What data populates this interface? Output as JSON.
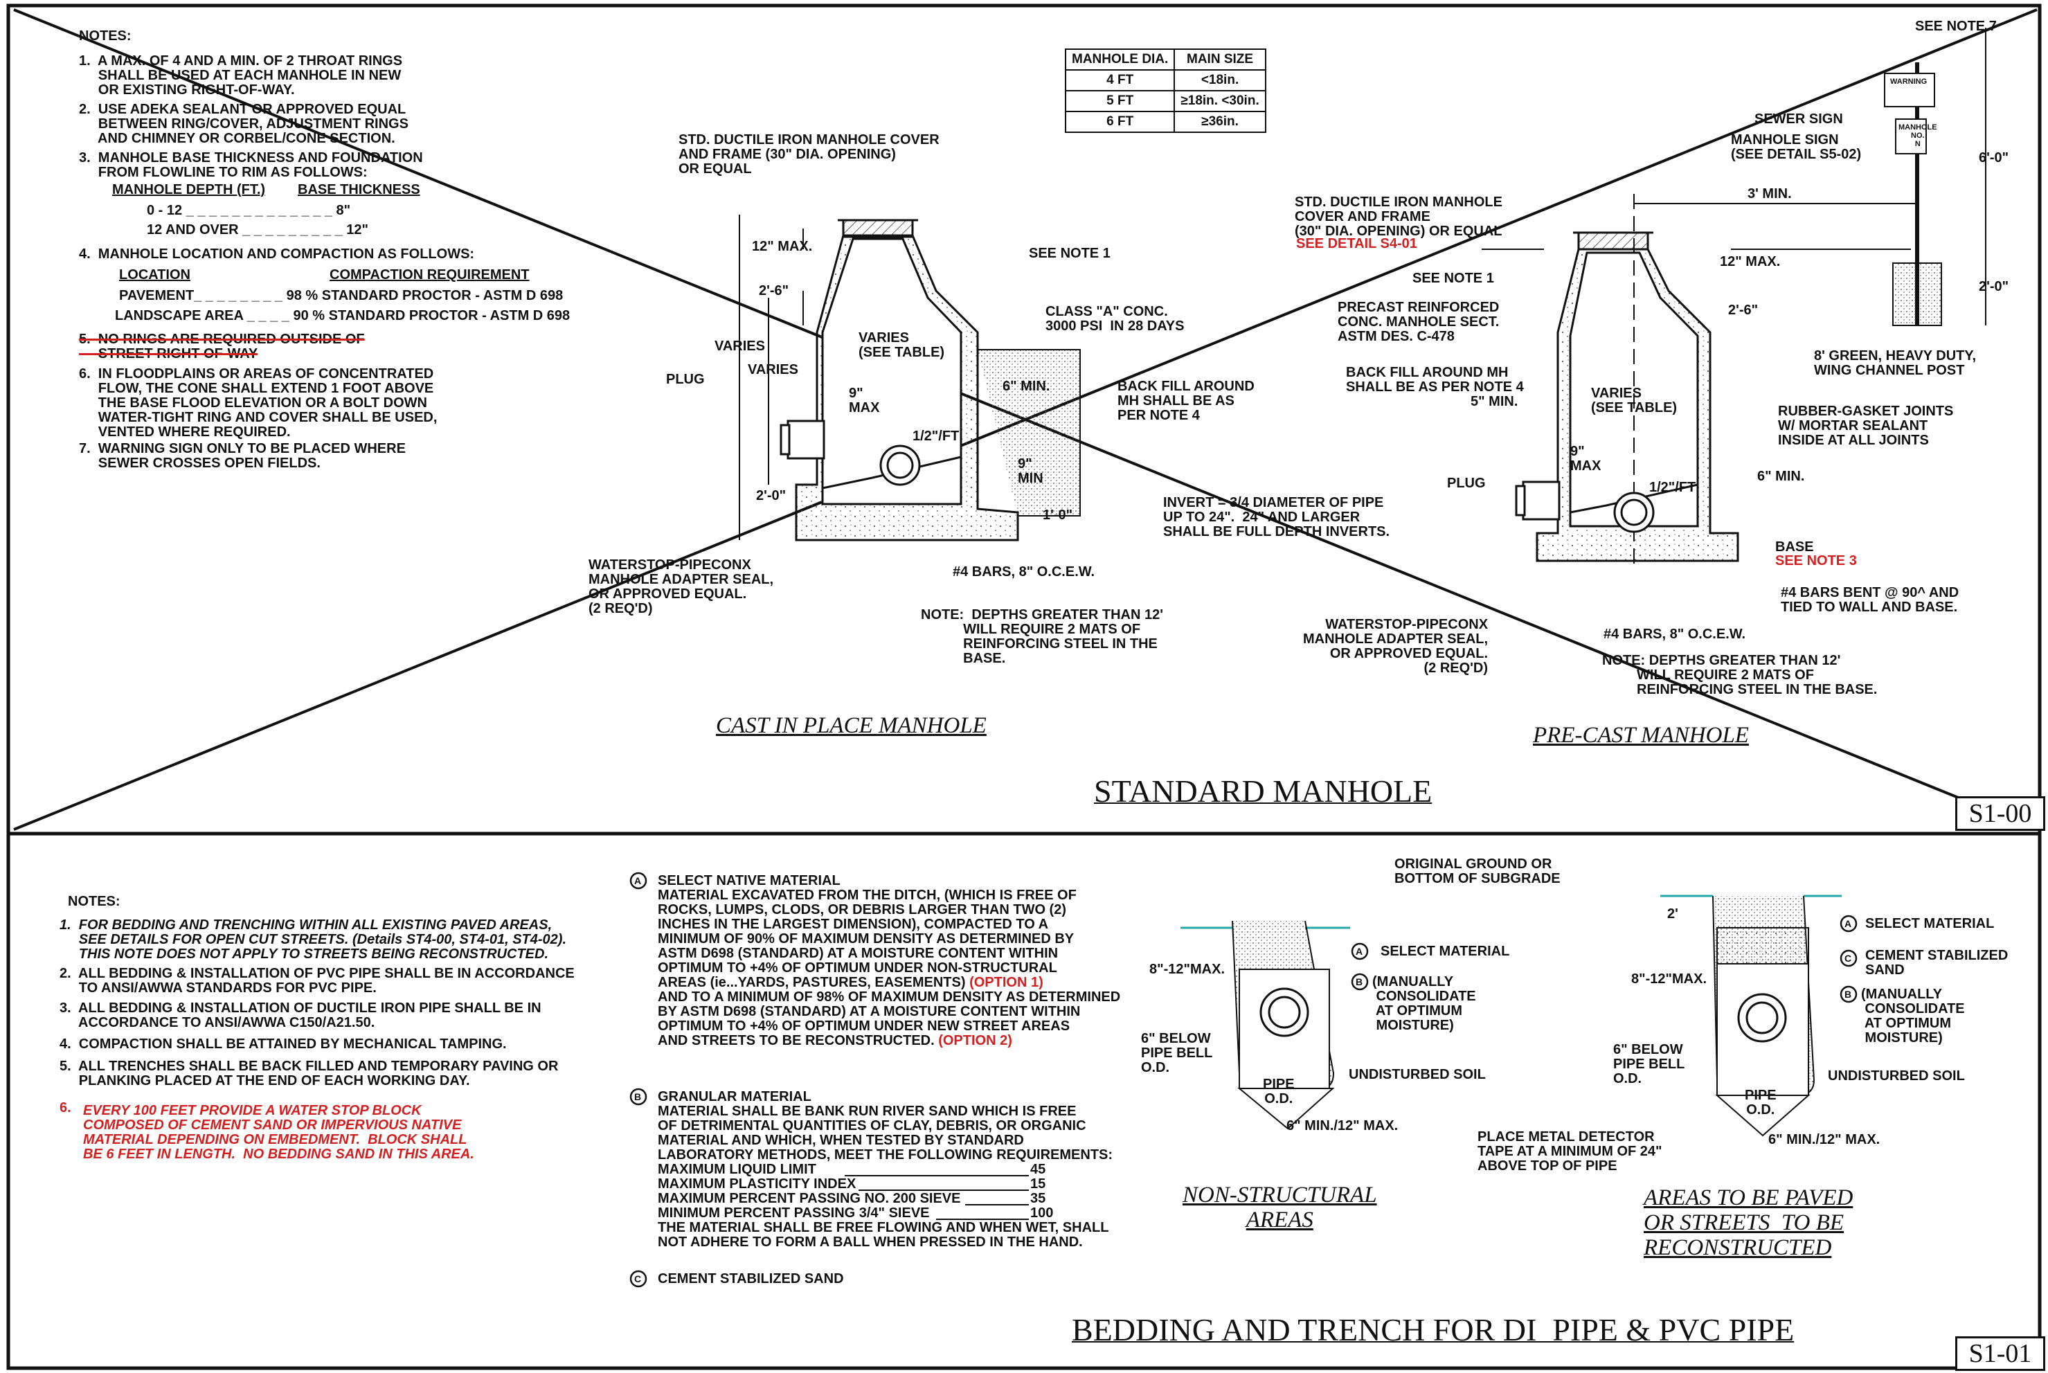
{
  "top": {
    "title": "STANDARD MANHOLE",
    "sheet_no": "S1-00",
    "notes_heading": "NOTES:",
    "notes": [
      "1.  A MAX. OF 4 AND A MIN. OF 2 THROAT RINGS\n     SHALL BE USED AT EACH MANHOLE IN NEW\n     OR EXISTING RIGHT-OF-WAY.",
      "2.  USE ADEKA SEALANT OR APPROVED EQUAL\n     BETWEEN RING/COVER, ADJUSTMENT RINGS\n     AND CHIMNEY OR CORBEL/CONE SECTION.",
      "3.  MANHOLE BASE THICKNESS AND FOUNDATION\n     FROM FLOWLINE TO RIM AS FOLLOWS:",
      "4.  MANHOLE LOCATION AND COMPACTION AS FOLLOWS:",
      "5.  NO RINGS ARE REQUIRED OUTSIDE OF\n     STREET RIGHT-OF-WAY",
      "6.  IN FLOODPLAINS OR AREAS OF CONCENTRATED\n     FLOW, THE CONE SHALL EXTEND 1 FOOT ABOVE\n     THE BASE FLOOD ELEVATION OR A BOLT DOWN\n     WATER-TIGHT RING AND COVER SHALL BE USED,\n     VENTED WHERE REQUIRED.",
      "7.  WARNING SIGN ONLY TO BE PLACED WHERE\n     SEWER CROSSES OPEN FIELDS."
    ],
    "base_table": {
      "h1": "MANHOLE DEPTH (FT.)",
      "h2": "BASE THICKNESS",
      "r1": "0 - 12 _ _ _ _ _ _ _ _ _ _ _ _ _ 8\"",
      "r2": "12 AND OVER _ _ _ _ _ _ _ _ _ 12\""
    },
    "compaction_table": {
      "h1": "LOCATION",
      "h2": "COMPACTION REQUIREMENT",
      "r1": "PAVEMENT_ _ _ _ _ _ _ _ 98 % STANDARD PROCTOR - ASTM D 698",
      "r2": "LANDSCAPE AREA _ _ _ _ 90 % STANDARD PROCTOR - ASTM D 698"
    },
    "manhole_size_table": {
      "headers": [
        "MANHOLE DIA.",
        "MAIN SIZE"
      ],
      "rows": [
        [
          "4 FT",
          "<18in."
        ],
        [
          "5 FT",
          "≥18in. <30in."
        ],
        [
          "6 FT",
          "≥36in."
        ]
      ]
    },
    "cast": {
      "subtitle": "CAST IN PLACE MANHOLE",
      "cover": "STD. DUCTILE IRON MANHOLE COVER\nAND FRAME (30\" DIA. OPENING)\nOR EQUAL",
      "max12": "12\" MAX.",
      "see_note1": "SEE NOTE 1",
      "d26": "2'-6\"",
      "class_a": "CLASS \"A\" CONC.\n3000 PSI  IN 28 DAYS",
      "varies_a": "VARIES",
      "varies_b": "VARIES",
      "varies_table": "VARIES\n(SEE TABLE)",
      "plug": "PLUG",
      "min6": "6\" MIN.",
      "max9": "9\"\nMAX",
      "slope": "1/2\"/FT",
      "backfill": "BACK FILL AROUND\nMH SHALL BE AS\nPER NOTE 4",
      "min9": "9\"\nMIN",
      "d20": "2'-0\"",
      "d10": "1'-0\"",
      "waterstop": "WATERSTOP-PIPECONX\nMANHOLE ADAPTER SEAL,\nOR APPROVED EQUAL.\n(2 REQ'D)",
      "bars": "#4 BARS, 8\" O.C.E.W.",
      "note": "NOTE:  DEPTHS GREATER THAN 12'\n           WILL REQUIRE 2 MATS OF\n           REINFORCING STEEL IN THE\n           BASE.",
      "invert": "INVERT = 3/4 DIAMETER OF PIPE\nUP TO 24\".  24\" AND LARGER\nSHALL BE FULL DEPTH INVERTS."
    },
    "precast": {
      "subtitle": "PRE-CAST MANHOLE",
      "see_note7": "SEE NOTE 7",
      "warning": "WARNING",
      "sewer_sign": "SEWER SIGN",
      "manhole_sign": "MANHOLE SIGN\n(SEE DETAIL S5-02)",
      "sign_mh": "MANHOLE\nNO.\nN",
      "d60": "6'-0\"",
      "min3": "3' MIN.",
      "cover": "STD. DUCTILE IRON MANHOLE\nCOVER AND FRAME\n(30\" DIA. OPENING) OR EQUAL",
      "see_detail": "SEE DETAIL S4-01",
      "max12": "12\" MAX.",
      "see_note1": "SEE NOTE 1",
      "d20post": "2'-0\"",
      "precast_sect": "PRECAST REINFORCED\nCONC. MANHOLE SECT.\nASTM DES. C-478",
      "d26": "2'-6\"",
      "post": "8' GREEN, HEAVY DUTY,\nWING CHANNEL POST",
      "backfill": "BACK FILL AROUND MH\nSHALL BE AS PER NOTE 4",
      "min5": "5\" MIN.",
      "varies_table": "VARIES\n(SEE TABLE)",
      "gasket": "RUBBER-GASKET JOINTS\nW/ MORTAR SEALANT\nINSIDE AT ALL JOINTS",
      "max9": "9\"\nMAX",
      "plug": "PLUG",
      "min6": "6\" MIN.",
      "slope": "1/2\"/FT",
      "base": "BASE",
      "see_note3": "SEE NOTE 3",
      "bent": "#4 BARS BENT @ 90^ AND\nTIED TO WALL AND BASE.",
      "waterstop": "WATERSTOP-PIPECONX\nMANHOLE ADAPTER SEAL,\nOR APPROVED EQUAL.\n(2 REQ'D)",
      "bars": "#4 BARS, 8\" O.C.E.W.",
      "note": "NOTE: DEPTHS GREATER THAN 12'\n         WILL REQUIRE 2 MATS OF\n         REINFORCING STEEL IN THE BASE."
    }
  },
  "bottom": {
    "title": "BEDDING AND TRENCH FOR DI  PIPE & PVC PIPE",
    "sheet_no": "S1-01",
    "notes_heading": "NOTES:",
    "note1": "1.  FOR BEDDING AND TRENCHING WITHIN ALL EXISTING PAVED AREAS,\n     SEE DETAILS FOR OPEN CUT STREETS. (Details ST4-00, ST4-01, ST4-02).\n     THIS NOTE DOES NOT APPLY TO STREETS BEING RECONSTRUCTED.",
    "note2": "2.  ALL BEDDING & INSTALLATION OF PVC PIPE SHALL BE IN ACCORDANCE\n     TO ANSI/AWWA STANDARDS FOR PVC PIPE.",
    "note3": "3.  ALL BEDDING & INSTALLATION OF DUCTILE IRON PIPE SHALL BE IN\n     ACCORDANCE TO ANSI/AWWA C150/A21.50.",
    "note4": "4.  COMPACTION SHALL BE ATTAINED BY MECHANICAL TAMPING.",
    "note5": "5.  ALL TRENCHES SHALL BE BACK FILLED AND TEMPORARY PAVING OR\n     PLANKING PLACED AT THE END OF EACH WORKING DAY.",
    "note6_num": "6.",
    "note6": "EVERY 100 FEET PROVIDE A WATER STOP BLOCK\nCOMPOSED OF CEMENT SAND OR IMPERVIOUS NATIVE\nMATERIAL DEPENDING ON EMBEDMENT.  BLOCK SHALL\nBE 6 FEET IN LENGTH.  NO BEDDING SAND IN THIS AREA.",
    "matA_title": "SELECT NATIVE MATERIAL",
    "matA_body1": "MATERIAL EXCAVATED FROM THE DITCH, (WHICH IS FREE OF\nROCKS, LUMPS, CLODS, OR DEBRIS LARGER THAN TWO (2)\nINCHES IN THE LARGEST DIMENSION), COMPACTED TO A\nMINIMUM OF 90% OF MAXIMUM DENSITY AS DETERMINED BY\nASTM D698 (STANDARD) AT A MOISTURE CONTENT WITHIN\nOPTIMUM TO +4% OF OPTIMUM UNDER NON-STRUCTURAL",
    "matA_line7": "AREAS (ie...YARDS, PASTURES, EASEMENTS) ",
    "option1": "(OPTION 1)",
    "matA_body2": "AND TO A MINIMUM OF 98% OF MAXIMUM DENSITY AS DETERMINED\nBY ASTM D698 (STANDARD) AT A MOISTURE CONTENT WITHIN\nOPTIMUM TO +4% OF OPTIMUM UNDER NEW STREET AREAS",
    "matA_line11": "AND STREETS TO BE RECONSTRUCTED. ",
    "option2": "(OPTION 2)",
    "matB_title": "GRANULAR MATERIAL",
    "matB_body": "MATERIAL SHALL BE BANK RUN RIVER SAND WHICH IS FREE\nOF DETRIMENTAL QUANTITIES OF CLAY, DEBRIS, OR ORGANIC\nMATERIAL AND WHICH, WHEN TESTED BY STANDARD\nLABORATORY METHODS, MEET THE FOLLOWING REQUIREMENTS:",
    "reqs": [
      {
        "label": "MAXIMUM LIQUID LIMIT",
        "value": "45"
      },
      {
        "label": "MAXIMUM PLASTICITY INDEX",
        "value": "15"
      },
      {
        "label": "MAXIMUM PERCENT PASSING NO. 200 SIEVE",
        "value": "35"
      },
      {
        "label": "MINIMUM PERCENT PASSING 3/4\" SIEVE",
        "value": "100"
      }
    ],
    "matB_tail": "THE MATERIAL SHALL BE FREE FLOWING AND WHEN WET, SHALL\nNOT ADHERE TO FORM A BALL WHEN PRESSED IN THE HAND.",
    "matC_title": "CEMENT STABILIZED SAND",
    "circle_a": "A",
    "circle_b": "B",
    "circle_c": "C",
    "original_ground": "ORIGINAL GROUND OR\nBOTTOM OF SUBGRADE",
    "ns": {
      "subtitle": "NON-STRUCTURAL\nAREAS",
      "select": "SELECT MATERIAL",
      "manual": "(MANUALLY\n CONSOLIDATE\n AT OPTIMUM\n MOISTURE)",
      "max812": "8\"-12\"MAX.",
      "below6": "6\" BELOW\nPIPE BELL\nO.D.",
      "undisturbed": "UNDISTURBED SOIL",
      "pipe_od": "PIPE\nO.D.",
      "min6max12": "6\" MIN./12\" MAX."
    },
    "paved": {
      "subtitle": "AREAS TO BE PAVED\nOR STREETS  TO BE\nRECONSTRUCTED",
      "d2": "2'",
      "select": "SELECT MATERIAL",
      "cement": "CEMENT STABILIZED\nSAND",
      "manual": "(MANUALLY\n CONSOLIDATE\n AT OPTIMUM\n MOISTURE)",
      "max812": "8\"-12\"MAX.",
      "below6": "6\" BELOW\nPIPE BELL\nO.D.",
      "undisturbed": "UNDISTURBED SOIL",
      "pipe_od": "PIPE\nO.D.",
      "min6max12": "6\" MIN./12\" MAX.",
      "detector": "PLACE METAL DETECTOR\nTAPE AT A MINIMUM OF 24\"\nABOVE TOP OF PIPE"
    }
  }
}
